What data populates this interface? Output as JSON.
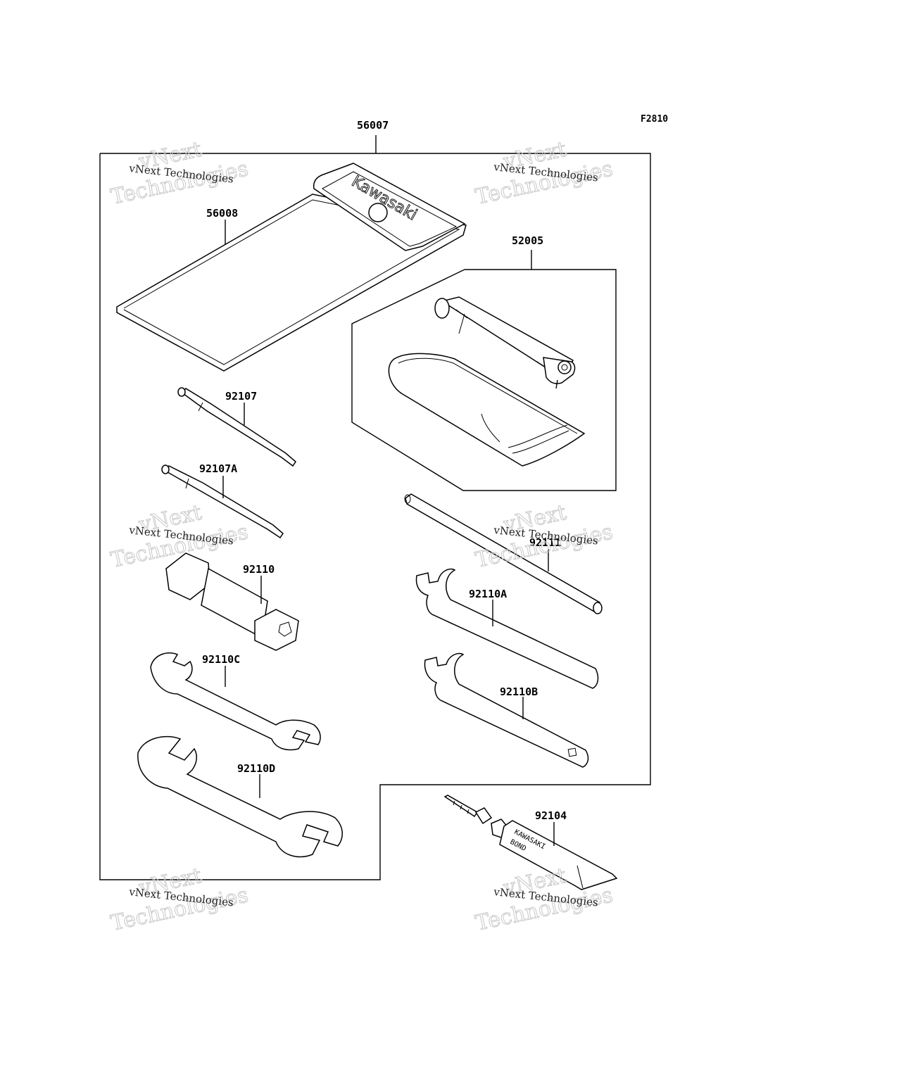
{
  "figure": {
    "code": "F2810"
  },
  "brand": {
    "pouch_logo": "Kawasaki",
    "tube_label_line1": "KAWASAKI",
    "tube_label_line2": "BOND"
  },
  "parts": {
    "tool_kit": "56007",
    "pouch": "56008",
    "pump_set": "52005",
    "screwdriver_bit": "92107",
    "screwdriver_bit_a": "92107A",
    "socket_wrench": "92110",
    "tommy_bar": "92111",
    "hook_wrench_a": "92110A",
    "hook_wrench_b": "92110B",
    "open_wrench_c": "92110C",
    "open_wrench_d": "92110D",
    "bond_tube": "92104"
  },
  "watermark": {
    "small": "vNext Technologies",
    "big_line1": "vNext",
    "big_line2": "Technologies"
  }
}
